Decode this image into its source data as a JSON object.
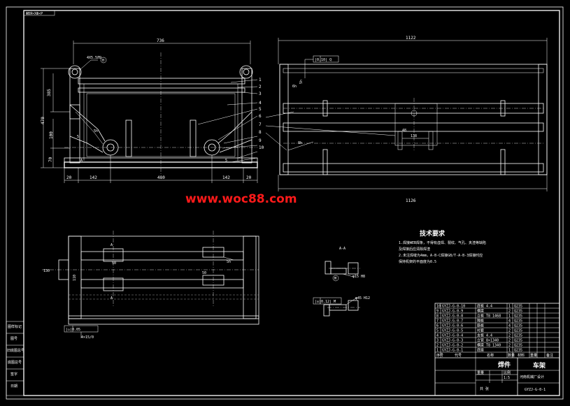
{
  "drawing": {
    "border_label": "ФВЯ×ХФ×Р",
    "watermark": "www.woc88.com",
    "front_dims": {
      "overall_width": "736",
      "bottom_20a": "20",
      "bottom_142a": "142",
      "bottom_480": "480",
      "bottom_142b": "142",
      "bottom_20b": "20",
      "left_height": "470",
      "left_385": "385",
      "left_100": "100",
      "left_70": "70",
      "hole_note": "4Х5.5Л9",
      "weld_5": "5",
      "weld_5b": "5",
      "side_label": "5h",
      "section_mark": "A"
    },
    "side_dims": {
      "top_width": "1122",
      "bottom_width": "1126",
      "flatness_box": "|0.10| Q",
      "dim_48": "48",
      "dim_138": "138",
      "note_6b": "6h",
      "note_8h": "8h",
      "note_5h": "5h"
    },
    "plan_dims": {
      "dim_50a": "50",
      "dim_50b": "50",
      "dim_130": "130",
      "dim_110": "110",
      "note_5h": "5h",
      "tol_box": "|◇|0.05",
      "tol_note": "4×15/0",
      "section_a1": "A",
      "section_a2": "A"
    },
    "section_aa": {
      "title": "A-A",
      "note1": "φ15 H8",
      "tol_box": "|◎|0.12| M",
      "note2": "φ45 H12"
    },
    "balloons": [
      "1",
      "2",
      "3",
      "4",
      "5",
      "6",
      "7",
      "8",
      "9",
      "10"
    ],
    "tech_req": {
      "title": "技术要求",
      "line1": "1.焊接WEB焊条，不得有虚焊、裂纹、气孔、夹渣等缺陷",
      "line2": "及焊接后应清除焊渣",
      "line3": "2.未注焊缝为4mm，A-B-C焊接GB/T-A-B-3焊接时应",
      "line4": "保持机架的平面度为0.5"
    },
    "title_block": {
      "part_name": "焊件",
      "product_name": "车架",
      "company": "河南机械厂设计",
      "drawing_no": "GYZJ-G-0-1",
      "header_cols": [
        "序号",
        "代号",
        "名称",
        "数量",
        "材料",
        "重量",
        "备注"
      ],
      "scale_label": "比例",
      "scale": "1:5",
      "weight_label": "重量",
      "sheet_label": "共 张",
      "parts": [
        {
          "code": "GYZJ-G-0-10",
          "name": "底板 4.4",
          "qty": "1",
          "mat": "Q235"
        },
        {
          "code": "GYZJ-G-0-9",
          "name": "横梁",
          "qty": "2",
          "mat": "Q235"
        },
        {
          "code": "GYZJ-G-0-8",
          "name": "立板 T8 1468",
          "qty": "1",
          "mat": "Q235"
        },
        {
          "code": "GYZJ-G-0-7",
          "name": "隔板",
          "qty": "4",
          "mat": "Q235"
        },
        {
          "code": "GYZJ-G-0-6",
          "name": "筋板",
          "qty": "4",
          "mat": "Q235"
        },
        {
          "code": "GYZJ-G-0-5",
          "name": "衬套",
          "qty": "2",
          "mat": "Q235"
        },
        {
          "code": "GYZJ-G-0-4",
          "name": "支板 4.4",
          "qty": "2",
          "mat": "Q235"
        },
        {
          "code": "GYZJ-G-0-3",
          "name": "立管 8×1340",
          "qty": "2",
          "mat": "Q235"
        },
        {
          "code": "GYZJ-G-0-2",
          "name": "横梁 T8 1340",
          "qty": "2",
          "mat": "Q235"
        },
        {
          "code": "GYZJ-G-0-1",
          "name": "底座",
          "qty": "1",
          "mat": "Q235"
        }
      ]
    },
    "left_strip": [
      "图样标记",
      "图号",
      "旧底图总号",
      "底图总号",
      "签字",
      "日期"
    ]
  }
}
